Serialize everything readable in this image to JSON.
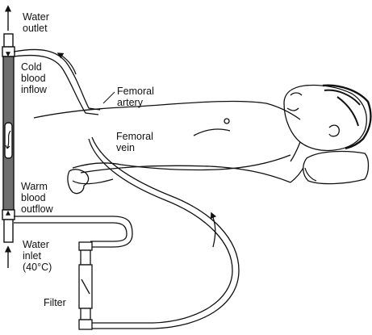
{
  "labels": {
    "water_outlet_line1": "Water",
    "water_outlet_line2": "outlet",
    "cold_blood_line1": "Cold",
    "cold_blood_line2": "blood",
    "cold_blood_line3": "inflow",
    "femoral_artery_line1": "Femoral",
    "femoral_artery_line2": "artery",
    "femoral_vein_line1": "Femoral",
    "femoral_vein_line2": "vein",
    "warm_blood_line1": "Warm",
    "warm_blood_line2": "blood",
    "warm_blood_line3": "outflow",
    "water_inlet_line1": "Water",
    "water_inlet_line2": "inlet",
    "water_inlet_line3": "(40°C)",
    "filter": "Filter"
  },
  "colors": {
    "line": "#111111",
    "exchanger_fill": "#6f6f6f",
    "background": "#ffffff"
  }
}
